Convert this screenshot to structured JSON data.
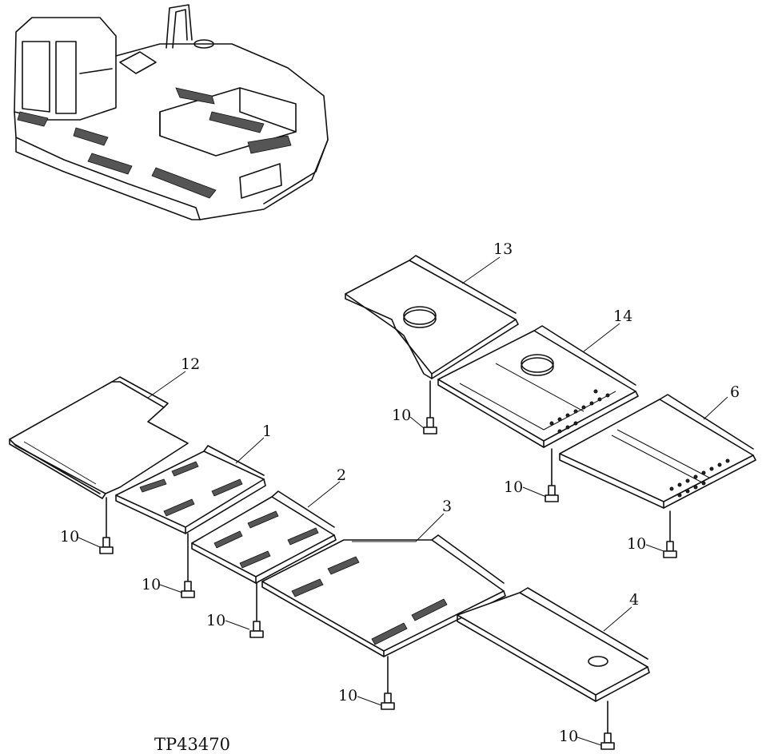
{
  "figure_code": "TP43470",
  "callouts": {
    "p1": "1",
    "p2": "2",
    "p3": "3",
    "p4": "4",
    "p6": "6",
    "p10": "10",
    "p12": "12",
    "p13": "13",
    "p14": "14"
  }
}
